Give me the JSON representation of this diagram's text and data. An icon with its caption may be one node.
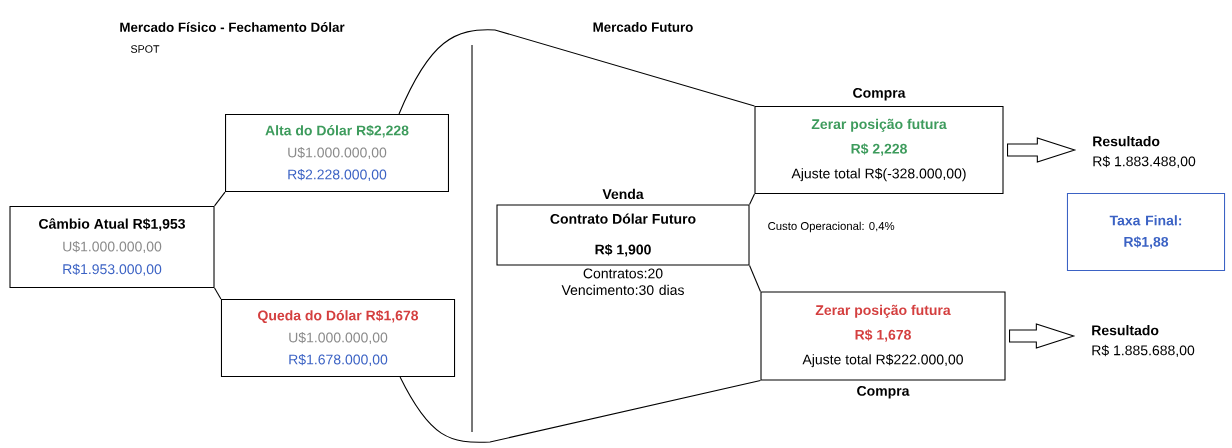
{
  "diagram": {
    "nodes": [
      {
        "text": [
          "Câmbio Atual R$1,953",
          "U$1.000.000,00",
          "R$1.953.000,00"
        ]
      },
      {
        "text": [
          "Alta do Dólar R$2,228",
          "U$1.000.000,00",
          "R$2.228.000,00"
        ]
      },
      {
        "text": [
          "Queda do Dólar R$1,678",
          "U$1.000.000,00",
          "R$1.678.000,00"
        ]
      },
      {
        "text": [
          "Venda",
          "Contrato Dólar Futuro",
          "R$ 1,900"
        ],
        "beside": [
          "Contratos:20 Vencimento:30 dias"
        ]
      },
      {
        "text": [
          "Compra",
          "Zerar posição futura",
          "R$ 2,228",
          "Ajuste total R$(-328.000,00)"
        ]
      },
      {
        "text": [
          "Zerar posição futura",
          "R$ 1,678",
          "Ajuste total R$222.000,00",
          "Compra"
        ]
      },
      {
        "text": [
          "Resultado",
          "R$ 1.883.488,00"
        ]
      },
      {
        "text": [
          "Taxa Final: R$1,88"
        ]
      },
      {
        "text": [
          "Resultado",
          "R$ 1.885.688,00"
        ]
      }
    ],
    "edges": [
      {
        "from": 0,
        "to": 1,
        "arrow": "none"
      },
      {
        "from": 0,
        "to": 2,
        "arrow": "none"
      },
      {
        "from": 1,
        "to": 4,
        "arrow": "none"
      },
      {
        "from": 2,
        "to": 5,
        "arrow": "none"
      },
      {
        "from": 3,
        "to": 4,
        "arrow": "none"
      },
      {
        "from": 3,
        "to": 5,
        "arrow": "none"
      },
      {
        "from": 4,
        "to": 6,
        "arrow": "to"
      },
      {
        "from": 5,
        "to": 8,
        "arrow": "to"
      }
    ],
    "labels": [
      "Mercado Físico - Fechamento Dólar",
      "Mercado Futuro",
      "SPOT",
      "Custo Operacional: 0,4%"
    ]
  }
}
